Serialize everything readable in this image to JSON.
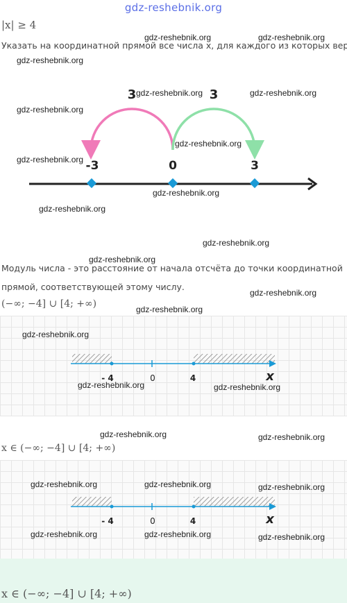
{
  "watermark_top": "gdz-reshebnik.org",
  "watermark": "gdz-reshebnik.org",
  "condition": "|x| ≥ 4",
  "task": "Указать на координатной прямой все числа x, для каждого из которых верно",
  "diagram1": {
    "arc_left_label": "3",
    "arc_right_label": "3",
    "point_left": "-3",
    "point_zero": "0",
    "point_right": "3",
    "colors": {
      "left_arc": "#f07ab8",
      "right_arc": "#8ee0a8",
      "axis": "#222222",
      "point": "#1a9ad6"
    }
  },
  "definition_line1": "Модуль числа - это расстояние от начала отсчёта до точки координатной",
  "definition_line2": "прямой, соответствующей этому числу.",
  "interval": "(−∞; −4] ∪ [4; +∞)",
  "diagram2": {
    "left": "- 4",
    "zero": "0",
    "right": "4",
    "axis_var": "x"
  },
  "answer1": "x ∈ (−∞; −4] ∪ [4; +∞)",
  "diagram3": {
    "left": "- 4",
    "zero": "0",
    "right": "4",
    "axis_var": "x"
  },
  "answer2": "x ∈ (−∞; −4] ∪ [4; +∞)"
}
